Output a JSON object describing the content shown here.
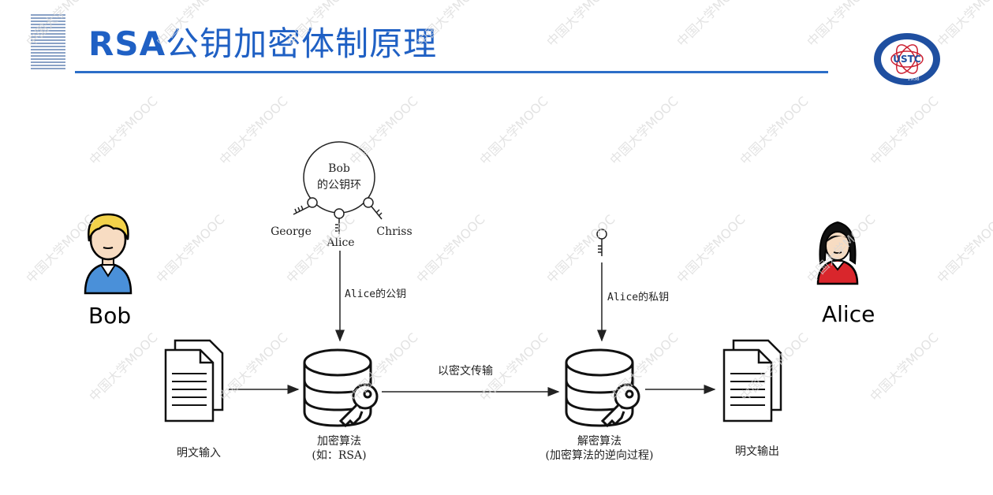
{
  "header": {
    "title_latin": "RSA",
    "title_rest": "公钥加密体制原理",
    "logo_text": "USTC",
    "logo_year": "1958"
  },
  "people": {
    "bob": {
      "name": "Bob"
    },
    "alice": {
      "name": "Alice"
    }
  },
  "keyring": {
    "title_line1": "Bob",
    "title_line2": "的公钥环",
    "keys": [
      "George",
      "Alice",
      "Chriss"
    ]
  },
  "flow": {
    "public_key_label": "Alice的公钥",
    "private_key_label": "Alice的私钥",
    "channel_label": "以密文传输",
    "plaintext_in": "明文输入",
    "plaintext_out": "明文输出",
    "encrypt_line1": "加密算法",
    "encrypt_line2": "(如：RSA)",
    "decrypt_line1": "解密算法",
    "decrypt_line2": "(加密算法的逆向过程)"
  },
  "watermark": "中国大学MOOC",
  "colors": {
    "title": "#1f60c4",
    "rule": "#2c6ec8",
    "bob_hair": "#f3d24a",
    "bob_shirt": "#4a90d9",
    "alice_shirt": "#d9262c"
  }
}
